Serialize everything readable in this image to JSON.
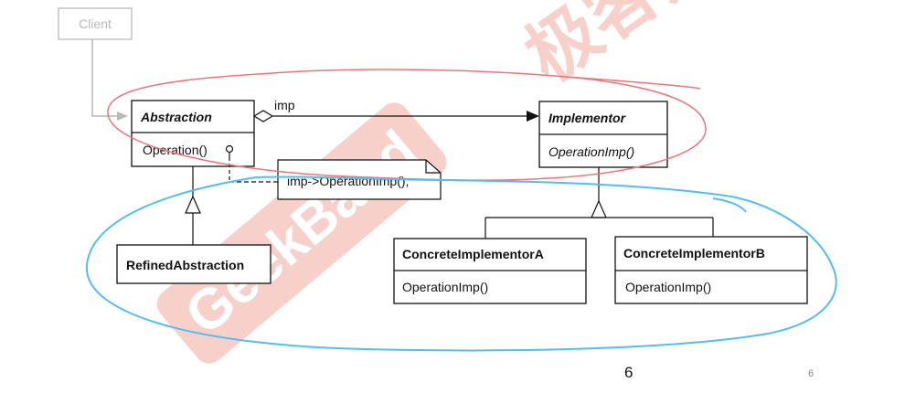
{
  "diagram": {
    "client": {
      "label": "Client"
    },
    "abstraction": {
      "title": "Abstraction",
      "operation": "Operation()"
    },
    "association": {
      "label": "imp"
    },
    "implementor": {
      "title": "Implementor",
      "operation": "OperationImp()"
    },
    "note": {
      "text": "imp->OperationImp();"
    },
    "refined": {
      "title": "RefinedAbstraction"
    },
    "concrete_a": {
      "title": "ConcreteImplementorA",
      "operation": "OperationImp()"
    },
    "concrete_b": {
      "title": "ConcreteImplementorB",
      "operation": "OperationImp()"
    }
  },
  "watermark": {
    "text_brand": "GeekBand",
    "text_cjk": "极客邦"
  },
  "page": {
    "number_large": "6",
    "number_small": "6"
  },
  "colors": {
    "watermark": "#e56b58",
    "red_ellipse": "#e8767a",
    "blue_ellipse": "#52bdf0",
    "client_gray": "#b9b9b9"
  }
}
